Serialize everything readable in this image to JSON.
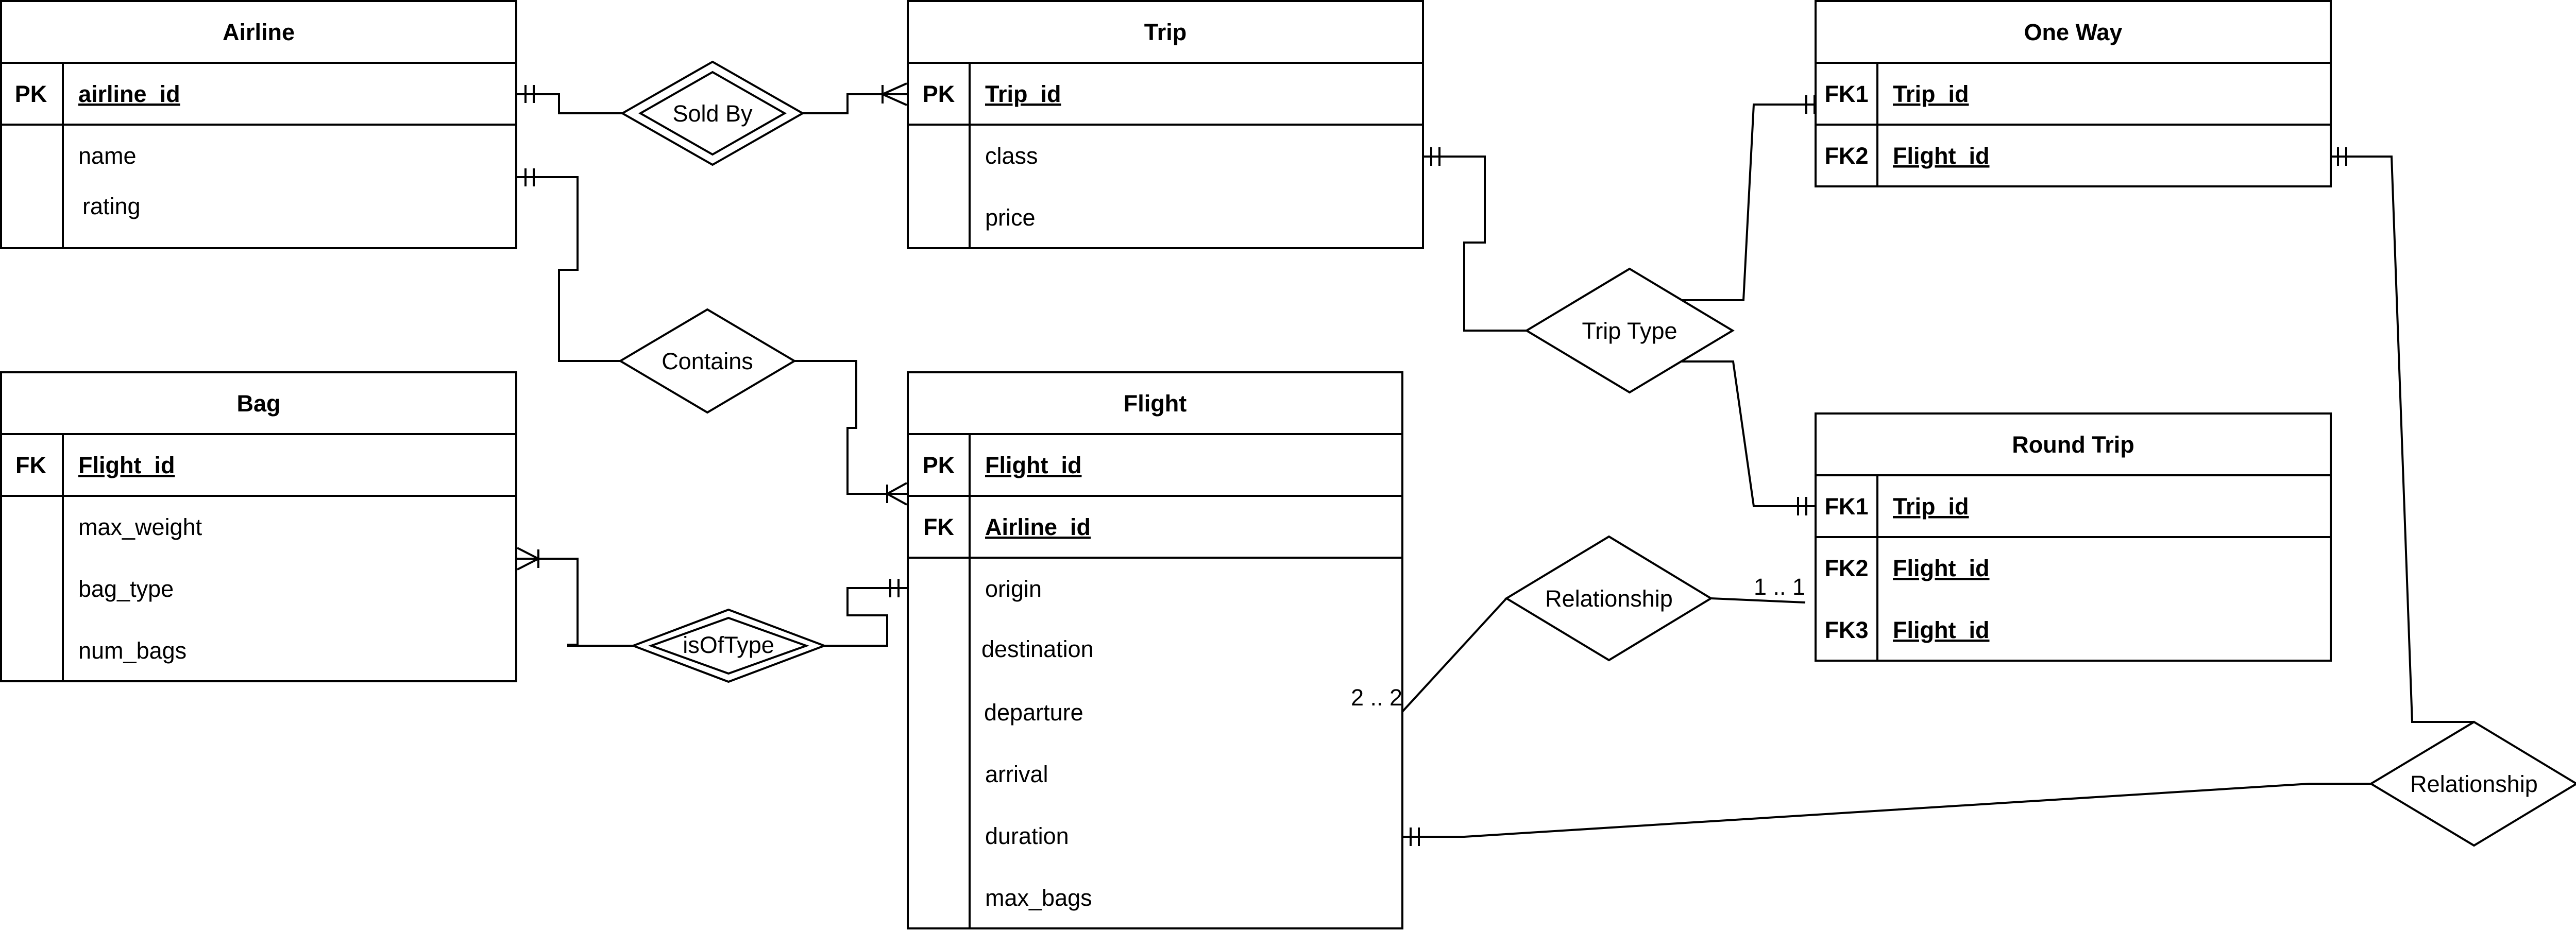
{
  "entities": {
    "airline": {
      "title": "Airline",
      "rows": [
        {
          "key": "PK",
          "attrs": [
            "airline_id"
          ],
          "is_key": true
        },
        {
          "key": "",
          "attrs": [
            "name",
            "rating"
          ],
          "is_key": false
        }
      ]
    },
    "trip": {
      "title": "Trip",
      "rows": [
        {
          "key": "PK",
          "attrs": [
            "Trip_id"
          ],
          "is_key": true
        },
        {
          "key": "",
          "attrs": [
            "class",
            "price"
          ],
          "is_key": false
        }
      ]
    },
    "one_way": {
      "title": "One Way",
      "rows": [
        {
          "key": "FK1",
          "attrs": [
            "Trip_id"
          ],
          "is_key": true
        },
        {
          "key": "FK2",
          "attrs": [
            "Flight_id"
          ],
          "is_key": true
        }
      ]
    },
    "bag": {
      "title": "Bag",
      "rows": [
        {
          "key": "FK",
          "attrs": [
            "Flight_id"
          ],
          "is_key": true
        },
        {
          "key": "",
          "attrs": [
            "max_weight",
            "bag_type",
            "num_bags"
          ],
          "is_key": false
        }
      ]
    },
    "flight": {
      "title": "Flight",
      "rows": [
        {
          "key": "PK",
          "attrs": [
            "Flight_id"
          ],
          "is_key": true
        },
        {
          "key": "FK",
          "attrs": [
            "Airline_id"
          ],
          "is_key": true
        },
        {
          "key": "",
          "attrs": [
            "origin",
            "destination",
            "departure",
            "arrival",
            "duration",
            "max_bags"
          ],
          "is_key": false
        }
      ]
    },
    "round_trip": {
      "title": "Round Trip",
      "rows": [
        {
          "key": "FK1",
          "attrs": [
            "Trip_id"
          ],
          "is_key": true
        },
        {
          "key": "FK2",
          "attrs": [
            "Flight_id"
          ],
          "is_key": true
        },
        {
          "key": "FK3",
          "attrs": [
            "Flight_id"
          ],
          "is_key": true
        }
      ]
    }
  },
  "relationships": {
    "sold_by": "Sold By",
    "contains": "Contains",
    "is_of_type": "isOfType",
    "trip_type": "Trip Type",
    "relationship_round": "Relationship",
    "relationship_oneway": "Relationship"
  },
  "cardinalities": {
    "flight_round": "2 .. 2",
    "round_flight": "1 .. 1"
  }
}
